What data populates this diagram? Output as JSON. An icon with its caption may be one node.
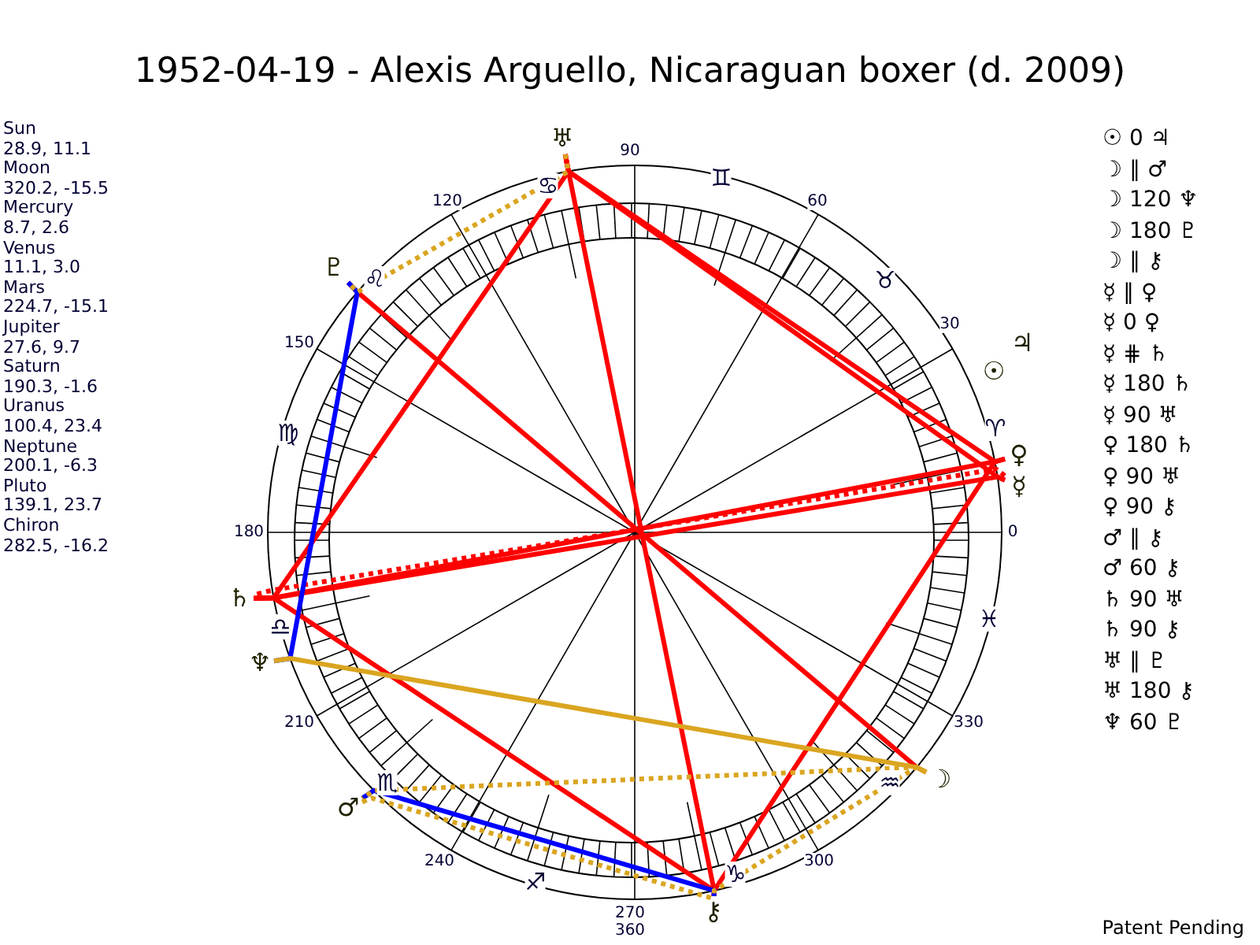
{
  "diagram": {
    "title": "1952-04-19 - Alexis Arguello, Nicaraguan boxer (d. 2009)",
    "nodes": [
      {
        "text": [
          "☉"
        ]
      },
      {
        "text": [
          "☽"
        ]
      },
      {
        "text": [
          "☿"
        ]
      },
      {
        "text": [
          "♀"
        ]
      },
      {
        "text": [
          "♂"
        ]
      },
      {
        "text": [
          "♃"
        ]
      },
      {
        "text": [
          "♄"
        ]
      },
      {
        "text": [
          "♅"
        ]
      },
      {
        "text": [
          "♆"
        ]
      },
      {
        "text": [
          "♇"
        ]
      },
      {
        "text": [
          "⚷"
        ]
      }
    ],
    "edges": [
      {
        "from": 1,
        "to": 9,
        "arrow": "none"
      },
      {
        "from": 2,
        "to": 6,
        "arrow": "none"
      },
      {
        "from": 2,
        "to": 7,
        "arrow": "none"
      },
      {
        "from": 3,
        "to": 6,
        "arrow": "none"
      },
      {
        "from": 3,
        "to": 7,
        "arrow": "none"
      },
      {
        "from": 3,
        "to": 10,
        "arrow": "none"
      },
      {
        "from": 6,
        "to": 7,
        "arrow": "none"
      },
      {
        "from": 6,
        "to": 10,
        "arrow": "none"
      },
      {
        "from": 7,
        "to": 10,
        "arrow": "none"
      },
      {
        "from": 2,
        "to": 6,
        "arrow": "none",
        "style": "dashed"
      },
      {
        "from": 4,
        "to": 10,
        "arrow": "none",
        "color": "#0000ff"
      },
      {
        "from": 8,
        "to": 9,
        "arrow": "none",
        "color": "#0000ff"
      },
      {
        "from": 1,
        "to": 8,
        "arrow": "none",
        "color": "#daa520"
      },
      {
        "from": 1,
        "to": 4,
        "arrow": "none",
        "style": "dashed",
        "color": "#daa520"
      },
      {
        "from": 1,
        "to": 10,
        "arrow": "none",
        "style": "dashed",
        "color": "#daa520"
      },
      {
        "from": 4,
        "to": 10,
        "arrow": "none",
        "style": "dashed",
        "color": "#daa520"
      },
      {
        "from": 7,
        "to": 9,
        "arrow": "none",
        "style": "dashed",
        "color": "#daa520"
      }
    ],
    "labels": [
      "Sun",
      "28.9, 11.1",
      "Moon",
      "320.2, -15.5",
      "Mercury",
      "8.7, 2.6",
      "Venus",
      "11.1, 3.0",
      "Mars",
      "224.7, -15.1",
      "Jupiter",
      "27.6, 9.7",
      "Saturn",
      "190.3, -1.6",
      "Uranus",
      "100.4, 23.4",
      "Neptune",
      "200.1, -6.3",
      "Pluto",
      "139.1, 23.7",
      "Chiron",
      "282.5, -16.2",
      "☉ 0 ♃",
      "☽ ∥ ♂",
      "☽ 120 ♆",
      "☽ 180 ♇",
      "☽ ∥ ⚷",
      "☿ ∥ ♀",
      "☿ 0 ♀",
      "☿ ⋕ ♄",
      "☿ 180 ♄",
      "☿ 90 ♅",
      "♀ 180 ♄",
      "♀ 90 ♅",
      "♀ 90 ⚷",
      "♂ ∥ ⚷",
      "♂ 60 ⚷",
      "♄ 90 ♅",
      "♄ 90 ⚷",
      "♅ ∥ ♇",
      "♅ 180 ⚷",
      "♆ 60 ♇",
      "0",
      "30",
      "60",
      "90",
      "120",
      "150",
      "180",
      "210",
      "240",
      "270",
      "360",
      "300",
      "330",
      "♈",
      "♉",
      "♊",
      "♋",
      "♌",
      "♍",
      "♎",
      "♏",
      "♐",
      "♑",
      "♒",
      "♓",
      "Patent Pending"
    ]
  }
}
